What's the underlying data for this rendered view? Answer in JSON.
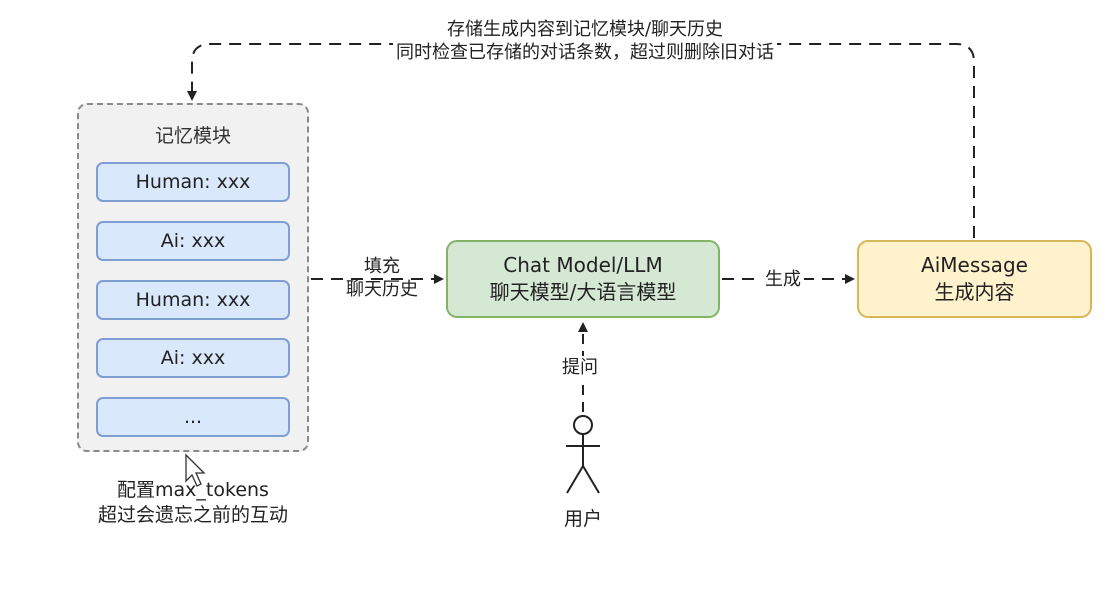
{
  "top_annotation": {
    "line1": "存储生成内容到记忆模块/聊天历史",
    "line2": "同时检查已存储的对话条数，超过则删除旧对话"
  },
  "memory_module": {
    "title": "记忆模块",
    "items": [
      "Human: xxx",
      "Ai: xxx",
      "Human: xxx",
      "Ai: xxx",
      "..."
    ],
    "footer_line1": "配置max_tokens",
    "footer_line2": "超过会遗忘之前的互动"
  },
  "fill_label": {
    "line1": "填充",
    "line2": "聊天历史"
  },
  "llm": {
    "line1": "Chat Model/LLM",
    "line2": "聊天模型/大语言模型"
  },
  "generate_label": "生成",
  "ai_message": {
    "line1": "AiMessage",
    "line2": "生成内容"
  },
  "ask_label": "提问",
  "user_label": "用户",
  "colors": {
    "memory_fill": "#f1f1f1",
    "item_fill": "#dae8fc",
    "item_stroke": "#7f9fd4",
    "llm_fill": "#d5e8d4",
    "llm_stroke": "#82b366",
    "aimsg_fill": "#fff2cc",
    "aimsg_stroke": "#d6b656"
  }
}
